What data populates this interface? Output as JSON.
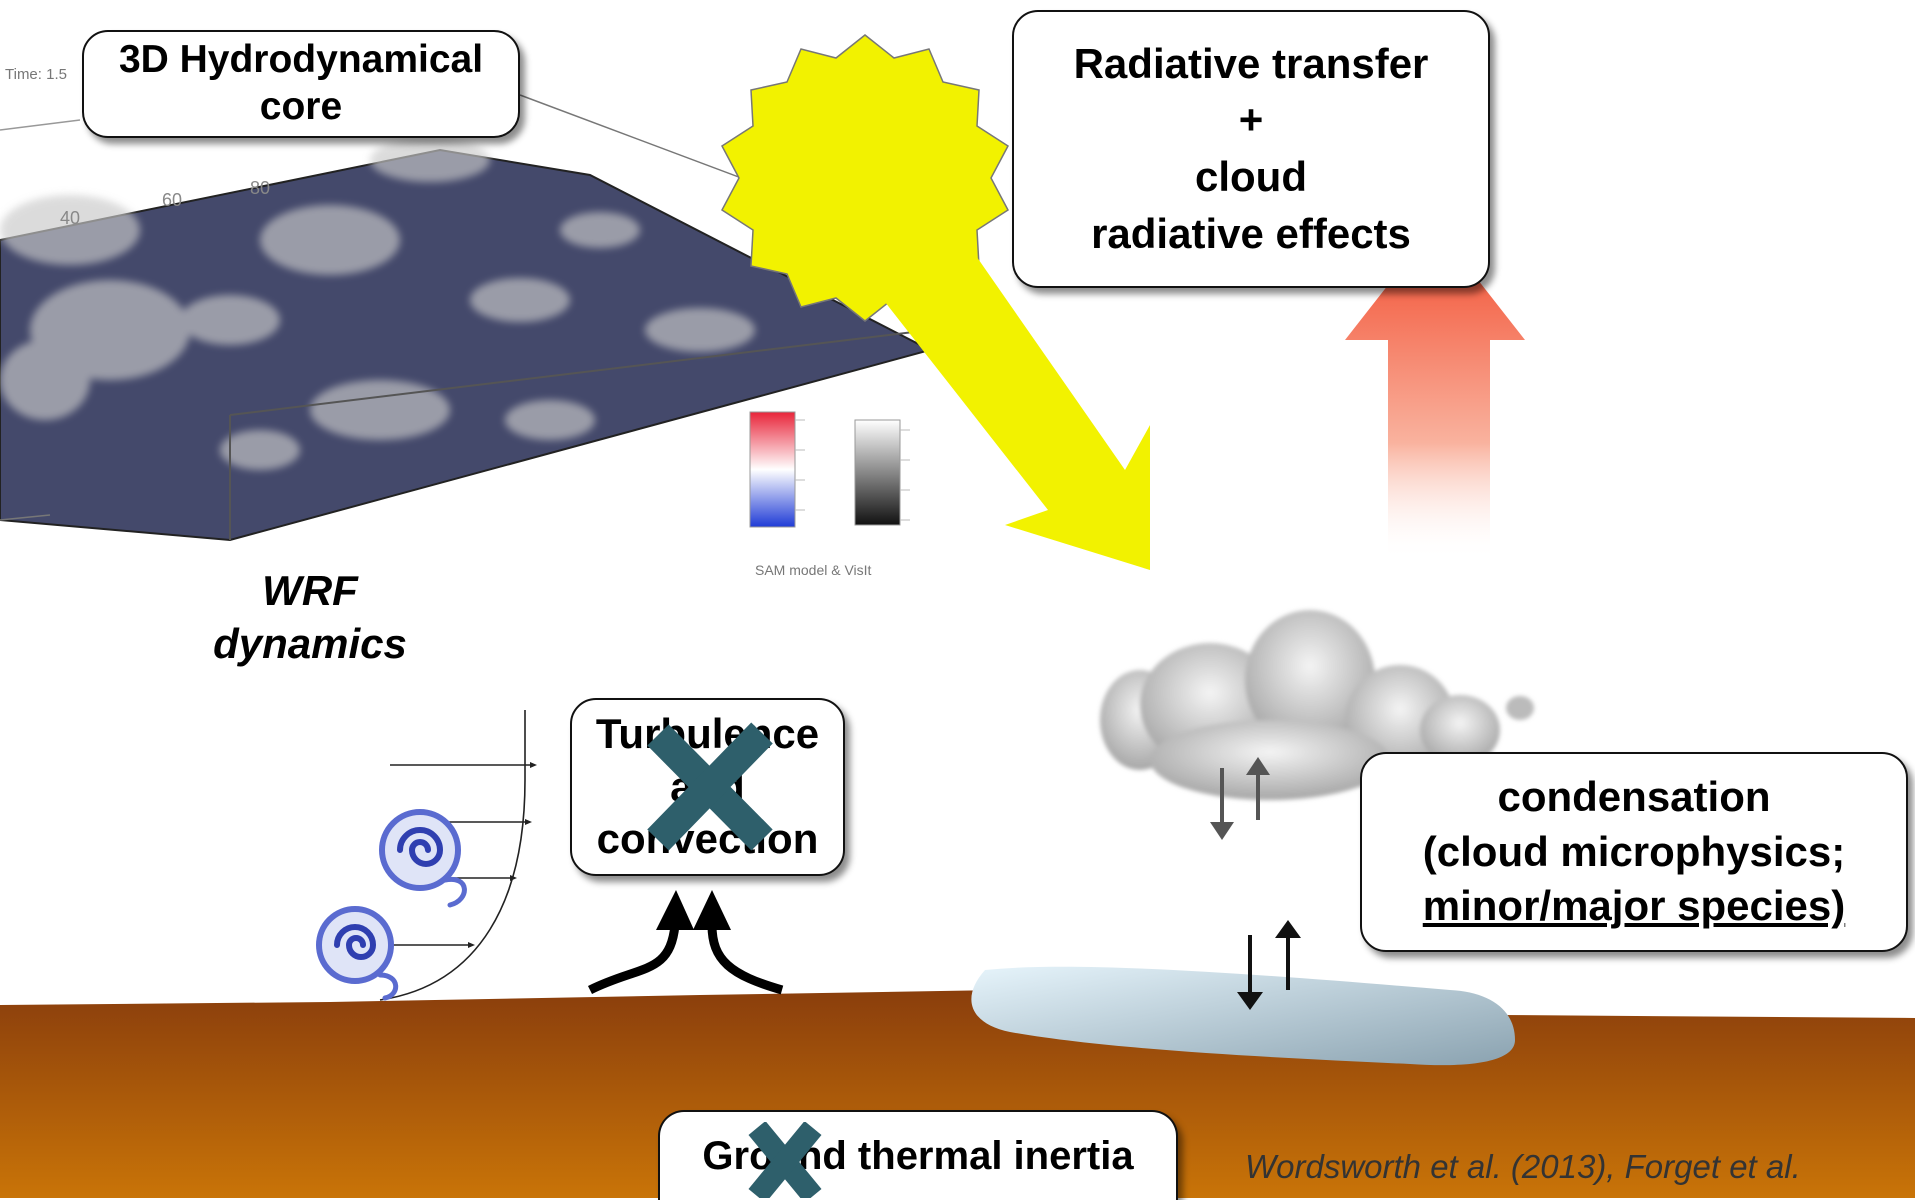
{
  "boxes": {
    "hydro_core": {
      "line1": "3D Hydrodynamical",
      "line2": "core"
    },
    "radiative": {
      "line1": "Radiative transfer",
      "line2": "+",
      "line3": "cloud",
      "line4": "radiative effects"
    },
    "turbulence": {
      "line1": "Turbulence",
      "line2": "and",
      "line3": "convection"
    },
    "condensation": {
      "line1": "condensation",
      "line2": "(cloud microphysics;",
      "line3": "minor/major species)"
    },
    "ground": {
      "line1": "Ground thermal inertia"
    }
  },
  "labels": {
    "wrf_line1": "WRF",
    "wrf_line2": "dynamics",
    "citation": "Wordsworth et al. (2013), Forget et al."
  },
  "model_image_text": {
    "time_label": "Time: 1.5",
    "axis_40": "40",
    "axis_60": "60",
    "axis_80": "80",
    "caption": "SAM model & VisIt"
  },
  "colors": {
    "ground_top": "#8a3e0c",
    "ground_bottom": "#c97408",
    "sun": "#f2f200",
    "arrow_red": "#f24a2c",
    "cross": "#2e5f6b",
    "ice": "#c8e2f0"
  }
}
